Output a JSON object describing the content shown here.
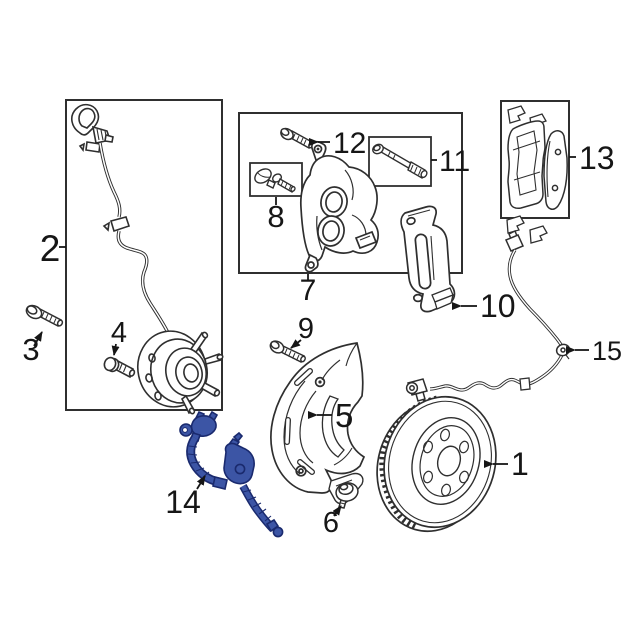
{
  "diagram": {
    "subject": "front-disc-brake-exploded-parts-diagram",
    "background_color": "#ffffff",
    "line_color": "#2f2f2f",
    "label_color": "#161616",
    "highlight_fill": "#3c55a5",
    "highlight_stroke": "#1a2a6e",
    "highlighted_part_number": "14",
    "callouts": [
      {
        "number": "1",
        "part": "brake-rotor"
      },
      {
        "number": "2",
        "part": "hub-and-abs-harness-group"
      },
      {
        "number": "3",
        "part": "mounting-bolt"
      },
      {
        "number": "4",
        "part": "wheel-stud"
      },
      {
        "number": "5",
        "part": "brake-dust-shield"
      },
      {
        "number": "6",
        "part": "shield-bolt"
      },
      {
        "number": "7",
        "part": "brake-caliper-group"
      },
      {
        "number": "8",
        "part": "caliper-hardware-kit"
      },
      {
        "number": "9",
        "part": "shield-mounting-bolt"
      },
      {
        "number": "10",
        "part": "caliper-anchor-bracket"
      },
      {
        "number": "11",
        "part": "caliper-guide-pin-kit"
      },
      {
        "number": "12",
        "part": "caliper-bolt"
      },
      {
        "number": "13",
        "part": "brake-pad-set"
      },
      {
        "number": "14",
        "part": "brake-hydraulic-hose"
      },
      {
        "number": "15",
        "part": "abs-wheel-speed-sensor"
      }
    ]
  }
}
